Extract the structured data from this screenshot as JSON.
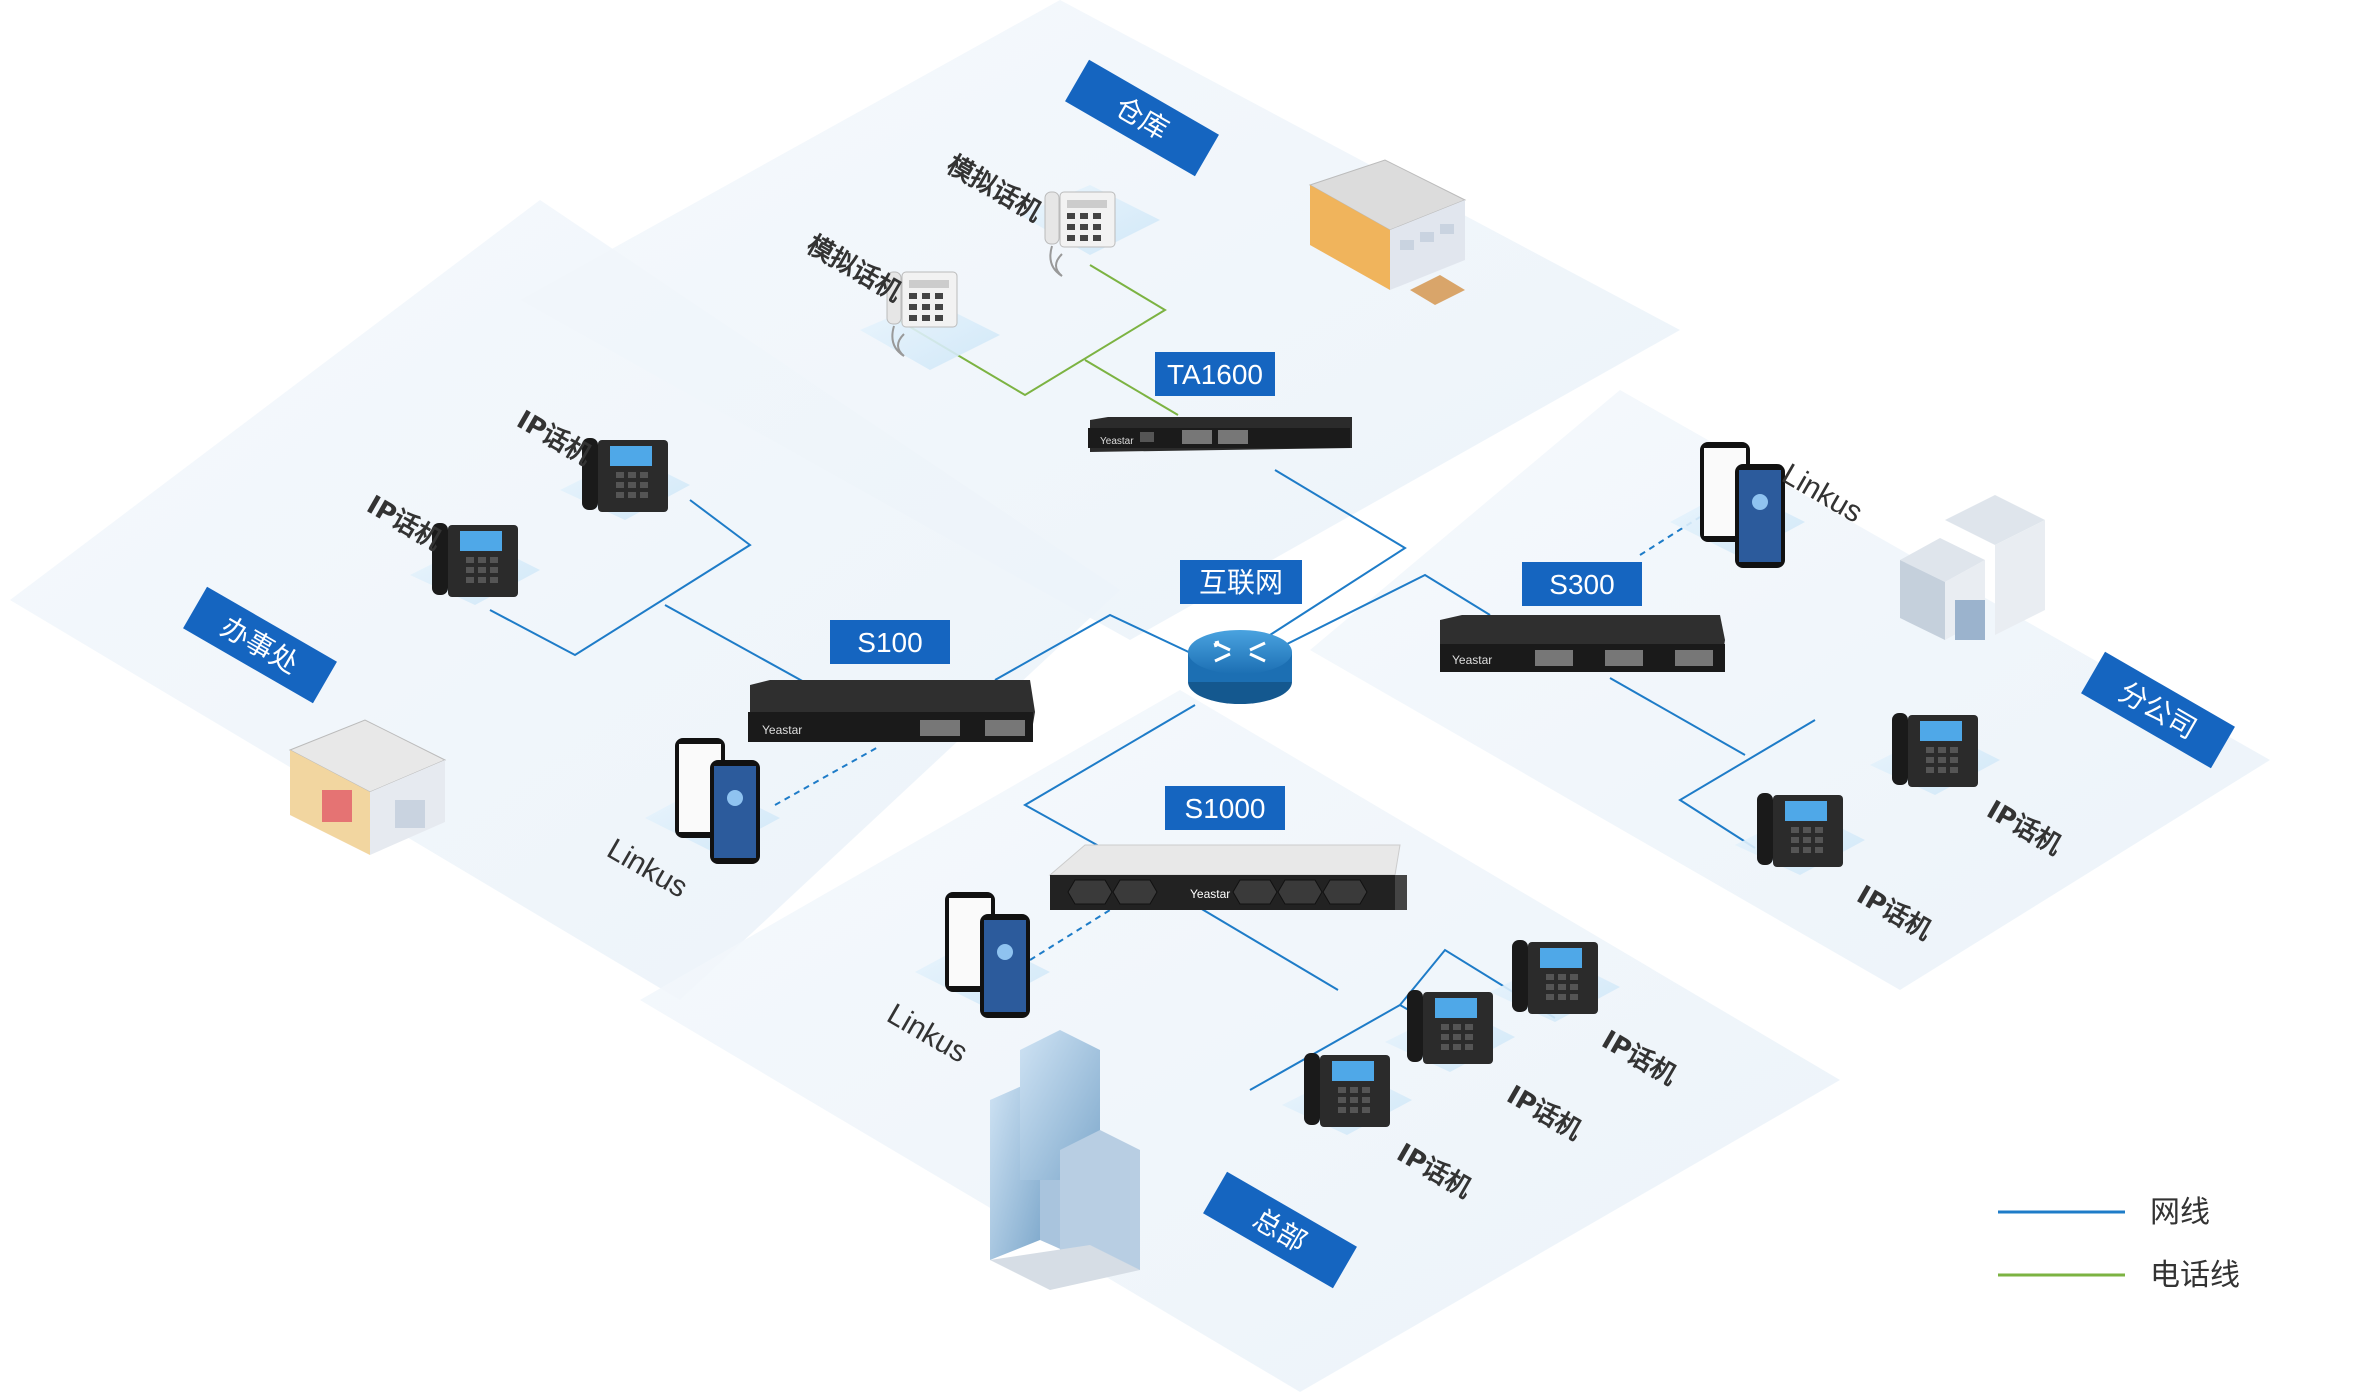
{
  "zones": {
    "warehouse": "仓库",
    "office": "办事处",
    "branch": "分公司",
    "hq": "总部"
  },
  "devices": {
    "ta1600": "TA1600",
    "s100": "S100",
    "s300": "S300",
    "s1000": "S1000",
    "internet": "互联网"
  },
  "endpoints": {
    "analog_phone": "模拟话机",
    "ip_phone": "IP话机",
    "linkus": "Linkus",
    "brand": "Yeastar"
  },
  "legend": {
    "network_line": "网线",
    "phone_line": "电话线"
  },
  "colors": {
    "network_line": "#1e7cc8",
    "phone_line": "#7cb342",
    "tag_bg": "#1565c0",
    "zone_bg": "#f1f6fb"
  },
  "icons": [
    "router-icon",
    "server-icon",
    "ip-phone-icon",
    "analog-phone-icon",
    "smartphone-icon",
    "building-icon",
    "warehouse-icon",
    "shop-icon",
    "office-tower-icon"
  ]
}
